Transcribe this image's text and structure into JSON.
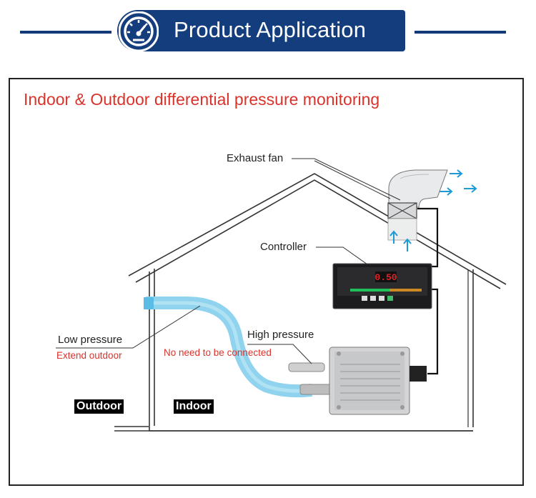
{
  "header": {
    "title": "Product Application",
    "icon": "gauge-icon",
    "color": "#123a78"
  },
  "subtitle": "Indoor & Outdoor differential pressure monitoring",
  "labels": {
    "exhaust_fan": "Exhaust fan",
    "controller": "Controller",
    "low_pressure": "Low pressure",
    "extend_outdoor": "Extend outdoor",
    "high_pressure": "High pressure",
    "no_need": "No need to be connected",
    "outdoor": "Outdoor",
    "indoor": "Indoor"
  },
  "controller_display": "0.50",
  "colors": {
    "subtitle_red": "#d9332b",
    "tube_blue": "#8fd3ee",
    "arrow_blue": "#1e9ad6"
  }
}
